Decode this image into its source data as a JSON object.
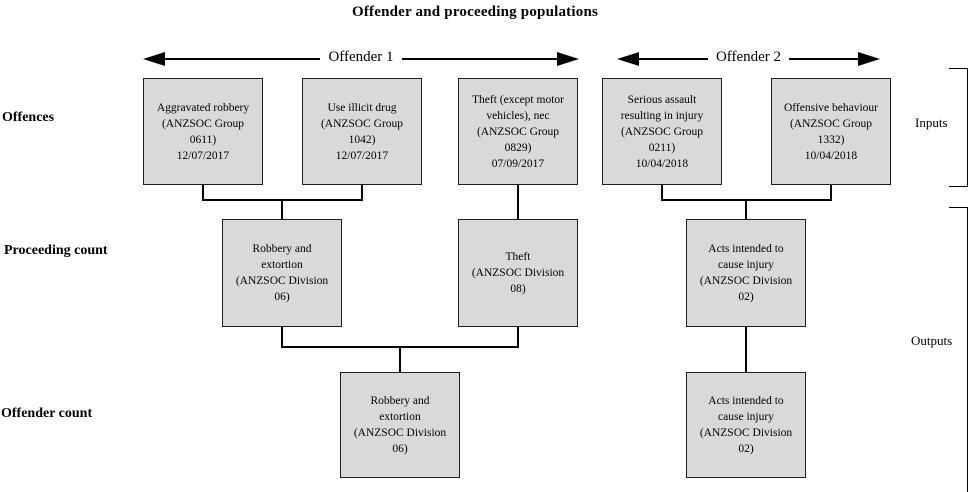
{
  "title": "Offender and proceeding populations",
  "arrows": {
    "offender1_label": "Offender 1",
    "offender2_label": "Offender 2"
  },
  "row_labels": {
    "offences": "Offences",
    "proceeding_count": "Proceeding count",
    "offender_count": "Offender count"
  },
  "side_labels": {
    "inputs": "Inputs",
    "outputs": "Outputs"
  },
  "colors": {
    "box_fill": "#d9d9d9",
    "box_border": "#1f1f1f",
    "line": "#000000"
  },
  "offence_boxes": [
    {
      "text": "Aggravated robbery\n(ANZSOC Group\n0611)\n12/07/2017"
    },
    {
      "text": "Use illicit drug\n(ANZSOC Group\n1042)\n12/07/2017"
    },
    {
      "text": "Theft (except motor\nvehicles), nec\n(ANZSOC Group\n0829)\n07/09/2017"
    },
    {
      "text": "Serious assault\nresulting in injury\n(ANZSOC Group\n0211)\n10/04/2018"
    },
    {
      "text": "Offensive behaviour\n(ANZSOC Group\n1332)\n10/04/2018"
    }
  ],
  "proceeding_boxes": [
    {
      "text": "Robbery and\nextortion\n(ANZSOC Division\n06)"
    },
    {
      "text": "Theft\n(ANZSOC Division\n08)"
    },
    {
      "text": "Acts intended to\ncause injury\n(ANZSOC Division\n02)"
    }
  ],
  "offender_boxes": [
    {
      "text": "Robbery and\nextortion\n(ANZSOC Division\n06)"
    },
    {
      "text": "Acts intended to\ncause injury\n(ANZSOC Division\n02)"
    }
  ]
}
